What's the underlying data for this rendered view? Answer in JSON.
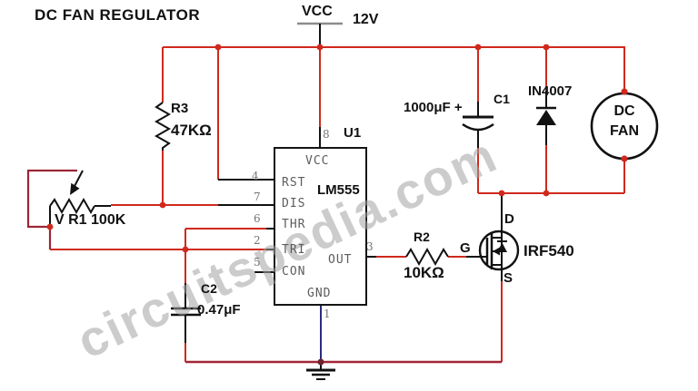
{
  "title": "DC FAN REGULATOR",
  "power": {
    "net_label": "VCC",
    "voltage": "12V"
  },
  "ic_u1": {
    "ref": "U1",
    "part": "LM555",
    "pin_labels": {
      "vcc": "VCC",
      "rst": "RST",
      "dis": "DIS",
      "thr": "THR",
      "tri": "TRI",
      "con": "CON",
      "out": "OUT",
      "gnd": "GND"
    },
    "pin_numbers": {
      "vcc": "8",
      "rst": "4",
      "dis": "7",
      "thr": "6",
      "tri": "2",
      "con": "5",
      "out": "3",
      "gnd": "1"
    }
  },
  "components": {
    "r3": {
      "ref": "R3",
      "value": "47KΩ"
    },
    "vr1": {
      "label": "V R1 100K"
    },
    "c1": {
      "ref": "C1",
      "value": "1000μF",
      "polarity": "+"
    },
    "c2": {
      "ref": "C2",
      "value": "0.47μF"
    },
    "d1": {
      "part": "IN4007"
    },
    "r2": {
      "ref": "R2",
      "value": "10KΩ"
    },
    "q1": {
      "part": "IRF540",
      "terminals": {
        "drain": "D",
        "gate": "G",
        "source": "S"
      }
    },
    "fan": {
      "line1": "DC",
      "line2": "FAN"
    }
  },
  "watermark": "circuitspedia.com",
  "colors": {
    "wire": "#cf291d",
    "wire_dark": "#9c2736",
    "bottom_rail": "#a32637",
    "pin1_wire": "#2b2b7d",
    "component": "#111111"
  }
}
